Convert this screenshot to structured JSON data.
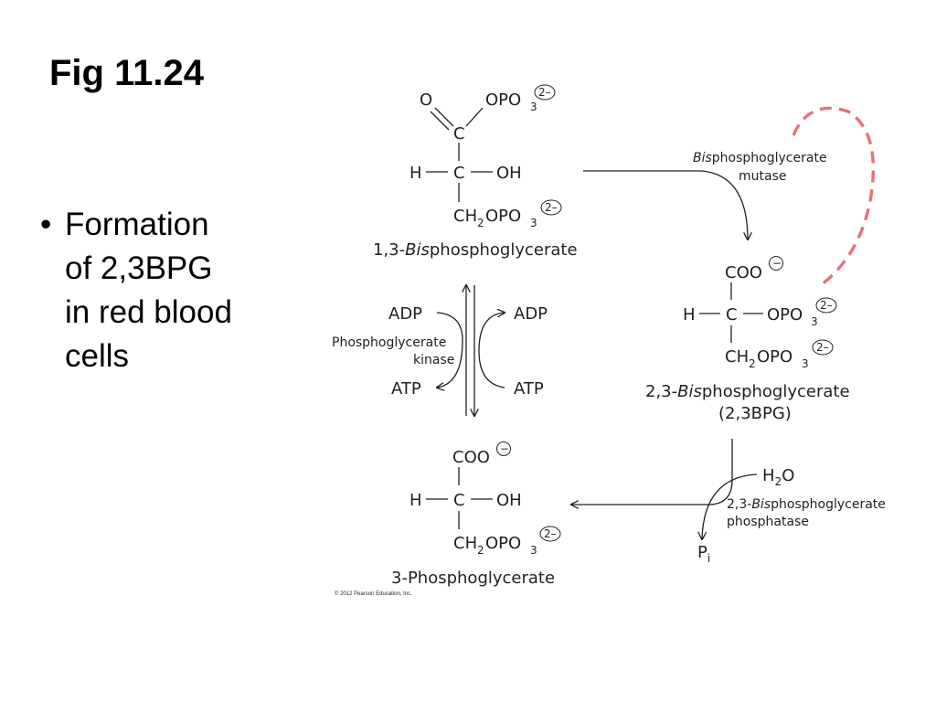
{
  "slide": {
    "title": "Fig 11.24",
    "bullet": {
      "symbol": "•",
      "lines": [
        "Formation",
        "of 2,3BPG",
        "in red blood",
        "cells"
      ]
    }
  },
  "diagram": {
    "compound_1_3bpg": {
      "name_prefix": "1,3-",
      "name_italic": "Bis",
      "name_suffix": "phosphoglycerate",
      "carbonyl_o": "O",
      "phosphate_top": "OPO",
      "phosphate_top_sub": "3",
      "charge_2minus": "2–",
      "carbon": "C",
      "hydrogen": "H",
      "hydroxyl": "OH",
      "ch2": "CH",
      "ch2_sub": "2",
      "phosphate_bottom": "OPO",
      "phosphate_bottom_sub": "3"
    },
    "compound_2_3bpg": {
      "name_prefix": "2,3-",
      "name_italic": "Bis",
      "name_suffix": "phosphoglycerate",
      "abbrev": "(2,3BPG)",
      "carboxylate": "COO",
      "charge_minus": "−",
      "carbon": "C",
      "hydrogen": "H",
      "phosphate_mid": "OPO",
      "phosphate_mid_sub": "3",
      "charge_2minus": "2–",
      "ch2": "CH",
      "ch2_sub": "2",
      "phosphate_bottom": "OPO",
      "phosphate_bottom_sub": "3"
    },
    "compound_3pg": {
      "name": "3-Phosphoglycerate",
      "carboxylate": "COO",
      "charge_minus": "−",
      "carbon": "C",
      "hydrogen": "H",
      "hydroxyl": "OH",
      "ch2": "CH",
      "ch2_sub": "2",
      "phosphate_bottom": "OPO",
      "phosphate_bottom_sub": "3",
      "charge_2minus": "2–"
    },
    "enzyme_mutase": {
      "line1_italic": "Bis",
      "line1_rest": "phosphoglycerate",
      "line2": "mutase"
    },
    "enzyme_kinase": {
      "line1": "Phosphoglycerate",
      "line2": "kinase"
    },
    "enzyme_phosphatase": {
      "line1_prefix": "2,3-",
      "line1_italic": "Bis",
      "line1_rest": "phosphoglycerate",
      "line2": "phosphatase"
    },
    "cofactors": {
      "adp_left": "ADP",
      "adp_right": "ADP",
      "atp_left": "ATP",
      "atp_right": "ATP",
      "water": "H",
      "water_sub": "2",
      "water_o": "O",
      "phosphate_pi": "P",
      "phosphate_pi_sub": "i"
    },
    "inhibition_color": "#e8707a",
    "copyright": "© 2012 Pearson Education, Inc."
  }
}
